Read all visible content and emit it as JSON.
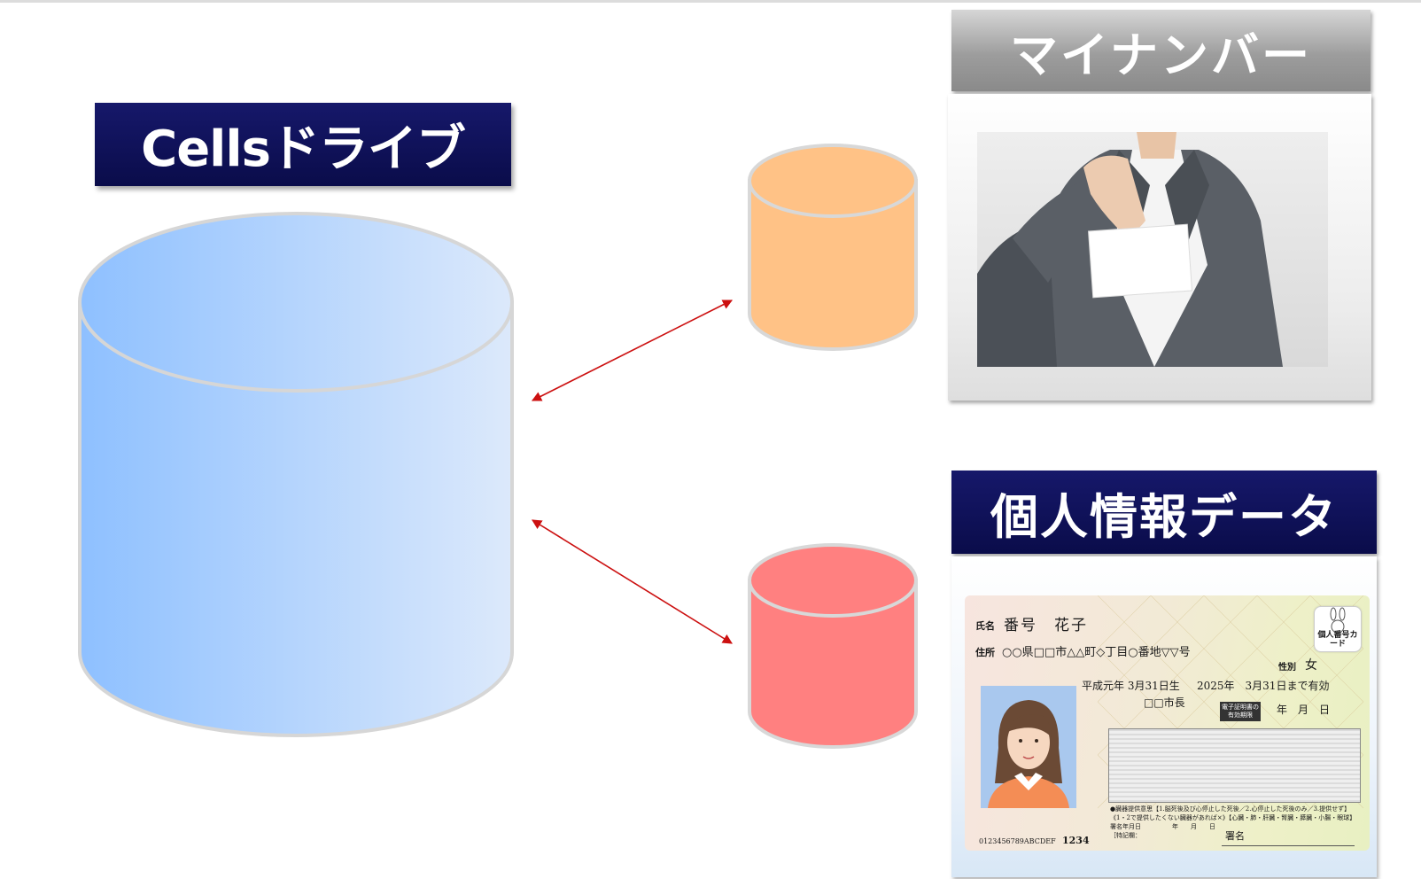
{
  "titles": {
    "cells_drive": "Cellsドライブ",
    "my_number": "マイナンバー",
    "personal_data": "個人情報データ"
  },
  "colors": {
    "title_navy": "#0f1158",
    "title_gray": "#9d9d9d",
    "big_cylinder_left": "#8ec0ff",
    "big_cylinder_right": "#dce9fb",
    "orange_cylinder": "#ffc286",
    "red_cylinder": "#ff8080",
    "arrow_red": "#cc1010"
  },
  "card": {
    "name_label": "氏名",
    "name": "番号　花子",
    "address_label": "住所",
    "address": "○○県□□市△△町◇丁目○番地▽▽号",
    "badge": "個人番号カード",
    "sex_label": "性別",
    "sex": "女",
    "birth": "平成元年 3月31日生",
    "valid": "2025年　3月31日まで有効",
    "issuer": "□□市長",
    "cert_tag": "電子証明書の有効期限",
    "date_fields": "年　月　日",
    "donor_line1": "●臓器提供意思【1.脳死後及び心停止した死後／2.心停止した死後のみ／3.提供せず】",
    "donor_line2": "《1・2で提供したくない臓器があれば×》【心臓・肺・肝臓・腎臓・膵臓・小腸・眼球】",
    "donor_line3": "署名年月日　　　　　年　　月　　日",
    "donor_line4": "［特記欄：",
    "signature": "署名",
    "number_code": "0123456789ABCDEF",
    "pin": "1234"
  }
}
